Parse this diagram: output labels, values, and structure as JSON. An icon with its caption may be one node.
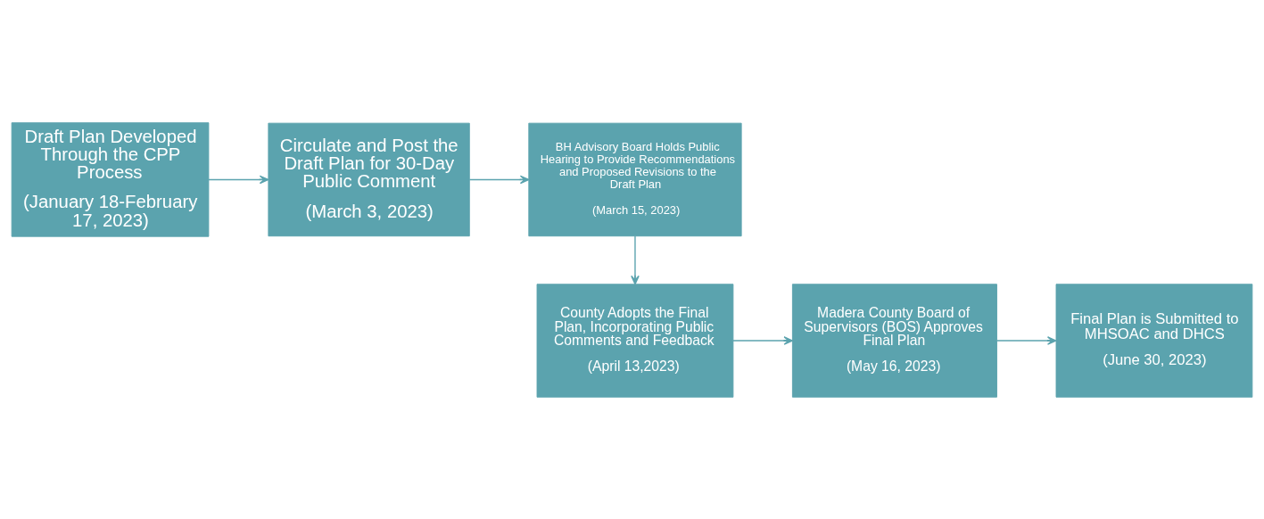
{
  "diagram": {
    "nodes": [
      {
        "text": [
          "Draft Plan Developed Through the CPP Process",
          "(January 18-February 17, 2023)"
        ]
      },
      {
        "text": [
          "Circulate and Post the Draft Plan for 30-Day Public Comment",
          "(March 3, 2023)"
        ]
      },
      {
        "text": [
          "BH Advisory Board Holds Public Hearing to Provide Recommendations and Proposed Revisions to the Draft Plan",
          "(March 15, 2023)"
        ]
      },
      {
        "text": [
          "County Adopts the Final Plan, Incorporating Public Comments and Feedback",
          "(April 13,2023)"
        ]
      },
      {
        "text": [
          "Madera County Board of Supervisors (BOS) Approves Final Plan",
          "(May 16, 2023)"
        ]
      },
      {
        "text": [
          "Final Plan is Submitted to MHSOAC and DHCS",
          "(June 30, 2023)"
        ]
      }
    ],
    "edges": [
      {
        "from": 0,
        "to": 1,
        "arrow": "to"
      },
      {
        "from": 1,
        "to": 2,
        "arrow": "to"
      },
      {
        "from": 2,
        "to": 3,
        "arrow": "to"
      },
      {
        "from": 3,
        "to": 4,
        "arrow": "to"
      },
      {
        "from": 4,
        "to": 5,
        "arrow": "to"
      }
    ]
  }
}
